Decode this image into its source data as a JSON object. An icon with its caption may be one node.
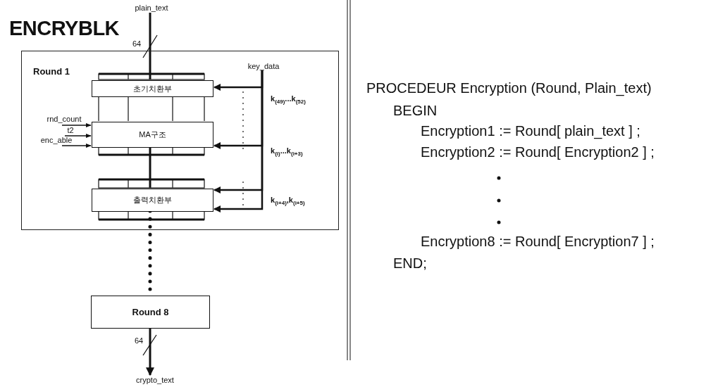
{
  "diagram": {
    "title": "ENCRYBLK",
    "nodes": [
      {
        "text": [
          "plain_text"
        ]
      },
      {
        "text": [
          "Round 1"
        ]
      },
      {
        "text": [
          "초기치환부"
        ],
        "in": 1
      },
      {
        "text": [
          "MA구조"
        ],
        "in": 1
      },
      {
        "text": [
          "출력치환부"
        ],
        "in": 1
      },
      {
        "text": [
          "key_data"
        ],
        "in": 1
      },
      {
        "text": [
          "rnd_count"
        ],
        "in": 1
      },
      {
        "text": [
          "t2"
        ],
        "in": 1
      },
      {
        "text": [
          "enc_able"
        ],
        "in": 1
      },
      {
        "text": [
          "Round 8"
        ]
      },
      {
        "text": [
          "crypto_text"
        ]
      }
    ],
    "edges": [
      {
        "from": 0,
        "to": 2,
        "arrow": "none"
      },
      {
        "from": 2,
        "to": 3,
        "arrow": "none"
      },
      {
        "from": 3,
        "to": 4,
        "arrow": "none"
      },
      {
        "from": 4,
        "to": 9,
        "arrow": "none",
        "style": "dashed"
      },
      {
        "from": 9,
        "to": 10,
        "arrow": "to"
      },
      {
        "from": 5,
        "to": 2,
        "arrow": "to",
        "label": "k$_{(49)}$...k$_{(52)}$"
      },
      {
        "from": 5,
        "to": 3,
        "arrow": "to",
        "label": "k$_{(i)}$...k$_{(i+3)}$"
      },
      {
        "from": 5,
        "to": 4,
        "arrow": "to",
        "label": "k$_{(i+4)}$,k$_{(i+5)}$"
      },
      {
        "from": 5,
        "to": 4,
        "arrow": "to"
      },
      {
        "from": 6,
        "to": 3,
        "arrow": "to"
      },
      {
        "from": 7,
        "to": 3,
        "arrow": "to"
      },
      {
        "from": 8,
        "to": 3,
        "arrow": "to"
      }
    ],
    "labels": [
      "64",
      "64",
      "PROCEDEUR Encryption (Round, Plain_text)",
      "BEGIN",
      "Encryption1 := Round[ plain_text ] ;",
      "Encryption2 := Round[ Encryption2 ] ;",
      "Encryption8 := Round[ Encryption7 ] ;",
      "END;"
    ]
  }
}
